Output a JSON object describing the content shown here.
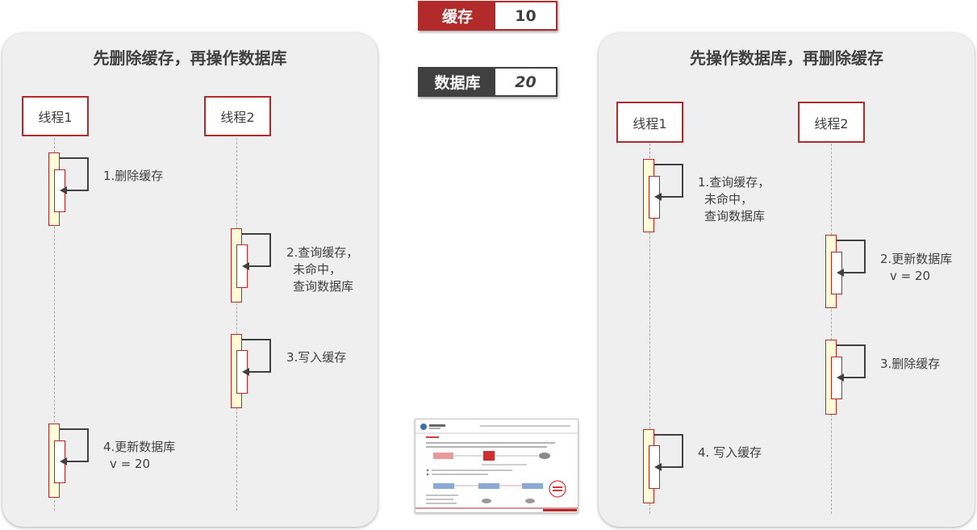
{
  "cache_chip": {
    "label": "缓存",
    "value": "10"
  },
  "db_chip": {
    "label": "数据库",
    "value": "20"
  },
  "left_panel": {
    "title": "先删除缓存，再操作数据库",
    "thread1": "线程1",
    "thread2": "线程2",
    "steps": {
      "s1": [
        "1.删除缓存"
      ],
      "s2": [
        "2.查询缓存，",
        "未命中，",
        "查询数据库"
      ],
      "s3": [
        "3.写入缓存"
      ],
      "s4": [
        "4.更新数据库",
        "v = 20"
      ]
    }
  },
  "right_panel": {
    "title": "先操作数据库，再删除缓存",
    "thread1": "线程1",
    "thread2": "线程2",
    "steps": {
      "s1": [
        "1.查询缓存，",
        "未命中，",
        "查询数据库"
      ],
      "s2": [
        "2.更新数据库",
        "v = 20"
      ],
      "s3": [
        "3.删除缓存"
      ],
      "s4": [
        "4. 写入缓存"
      ]
    }
  },
  "colors": {
    "accent_red": "#b22a2a",
    "dark_gray": "#404040",
    "activation_fill": "#fffbd6",
    "panel_bg": "#efefef"
  }
}
